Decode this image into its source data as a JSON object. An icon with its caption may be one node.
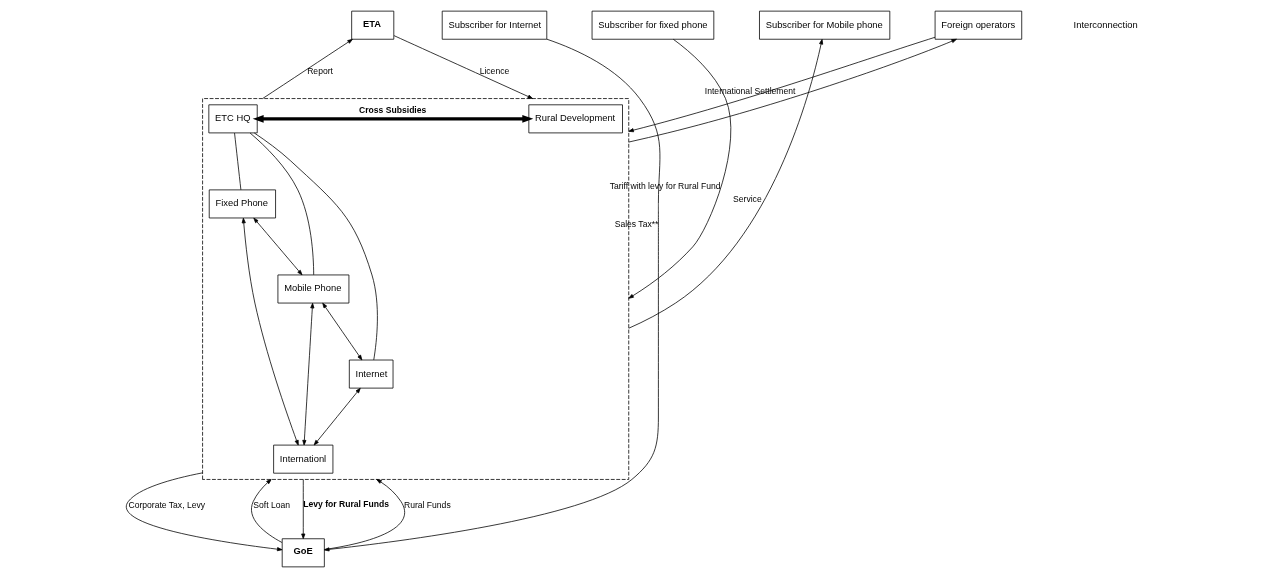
{
  "diagram": {
    "nodes": [
      {
        "text": [
          "ETA"
        ]
      },
      {
        "text": [],
        "shape": "box"
      },
      {
        "text": [
          "ETC HQ"
        ],
        "in": 1
      },
      {
        "text": [
          "Rural Development"
        ],
        "in": 1
      },
      {
        "text": [
          "Fixed Phone"
        ],
        "in": 1
      },
      {
        "text": [
          "Mobile Phone"
        ],
        "in": 1
      },
      {
        "text": [
          "Internet"
        ],
        "in": 1
      },
      {
        "text": [
          "Internationl"
        ],
        "in": 1
      },
      {
        "text": [
          "Foreign operators"
        ]
      },
      {
        "text": [
          "Subscriber for fixed phone"
        ]
      },
      {
        "text": [
          "Subscriber for Mobile phone"
        ]
      },
      {
        "text": [
          "Subscriber for Internet"
        ]
      },
      {
        "text": [
          "GoE"
        ]
      }
    ],
    "edges": [
      {
        "from": 1,
        "to": 0,
        "arrow": "to",
        "label": "Report"
      },
      {
        "from": 0,
        "to": 1,
        "arrow": "to",
        "label": "Licence"
      },
      {
        "from": 2,
        "to": 4,
        "arrow": "none"
      },
      {
        "from": 2,
        "to": 5,
        "arrow": "none"
      },
      {
        "from": 2,
        "to": 6,
        "arrow": "none"
      },
      {
        "from": 2,
        "to": 3,
        "arrow": "both",
        "label": "Cross Subsidies",
        "style": "thick"
      },
      {
        "from": 4,
        "to": 5,
        "arrow": "both"
      },
      {
        "from": 5,
        "to": 6,
        "arrow": "both"
      },
      {
        "from": 4,
        "to": 7,
        "arrow": "both"
      },
      {
        "from": 5,
        "to": 7,
        "arrow": "both"
      },
      {
        "from": 6,
        "to": 7,
        "arrow": "both"
      },
      {
        "from": 8,
        "to": 1,
        "arrow": "to"
      },
      {
        "from": 1,
        "to": 8,
        "arrow": "to",
        "label": "International Settlement"
      },
      {
        "from": 9,
        "to": 1,
        "arrow": "to",
        "label": "Tariff with levy for Rural Fund"
      },
      {
        "from": 1,
        "to": 10,
        "arrow": "to",
        "label": "Service"
      },
      {
        "from": 1,
        "to": 12,
        "arrow": "to",
        "label": "Corporate Tax, Levy"
      },
      {
        "from": 12,
        "to": 1,
        "arrow": "to",
        "label": "Soft Loan"
      },
      {
        "from": 1,
        "to": 12,
        "arrow": "to",
        "label": "Levy for Rural Funds"
      },
      {
        "from": 12,
        "to": 1,
        "arrow": "to",
        "label": "Rural Funds"
      },
      {
        "from": 11,
        "to": 12,
        "arrow": "to",
        "label": "Sales Tax**"
      }
    ],
    "labels": [
      "Interconnection"
    ]
  }
}
